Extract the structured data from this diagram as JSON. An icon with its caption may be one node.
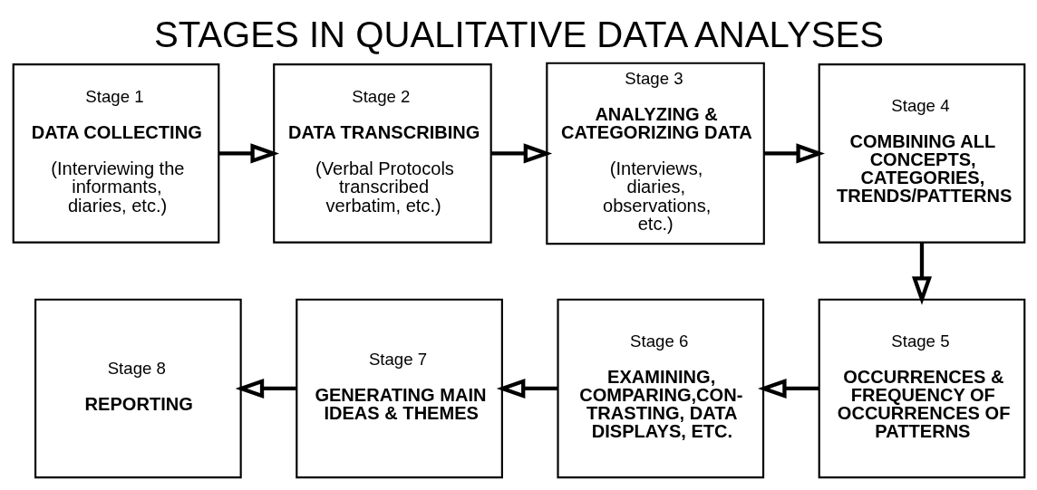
{
  "diagram": {
    "title": "STAGES IN QUALITATIVE DATA ANALYSES",
    "nodes": [
      {
        "text": [
          "Stage 1",
          "DATA COLLECTING",
          "(Interviewing the informants, diaries, etc.)"
        ]
      },
      {
        "text": [
          "Stage 2",
          "DATA TRANSCRIBING",
          "(Verbal Protocols transcribed verbatim, etc.)"
        ]
      },
      {
        "text": [
          "Stage 3",
          "ANALYZING & CATEGORIZING DATA",
          "(Interviews, diaries, observations, etc.)"
        ]
      },
      {
        "text": [
          "Stage 4",
          "COMBINING ALL CONCEPTS, CATEGORIES, TRENDS/PATTERNS"
        ]
      },
      {
        "text": [
          "Stage 5",
          "OCCURRENCES & FREQUENCY OF OCCURRENCES OF PATTERNS"
        ]
      },
      {
        "text": [
          "Stage 6",
          "EXAMINING, COMPARING,CON- TRASTING, DATA DISPLAYS, ETC."
        ]
      },
      {
        "text": [
          "Stage 7",
          "GENERATING MAIN IDEAS & THEMES"
        ]
      },
      {
        "text": [
          "Stage 8",
          "REPORTING"
        ]
      }
    ],
    "edges": [
      {
        "from": 0,
        "to": 1,
        "arrow": "to"
      },
      {
        "from": 1,
        "to": 2,
        "arrow": "to"
      },
      {
        "from": 2,
        "to": 3,
        "arrow": "to"
      },
      {
        "from": 3,
        "to": 4,
        "arrow": "to"
      },
      {
        "from": 4,
        "to": 5,
        "arrow": "to"
      },
      {
        "from": 5,
        "to": 6,
        "arrow": "to"
      },
      {
        "from": 6,
        "to": 7,
        "arrow": "to"
      }
    ]
  }
}
